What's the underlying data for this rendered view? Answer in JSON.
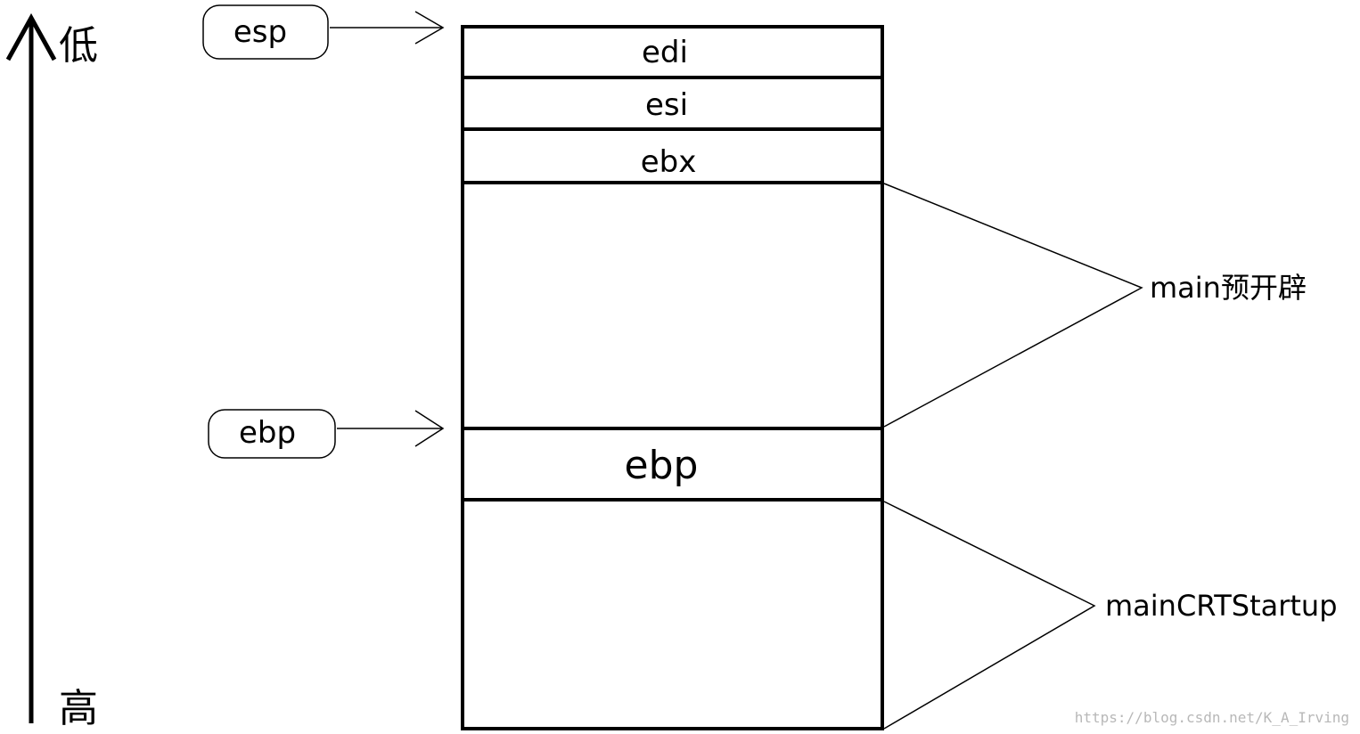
{
  "axis": {
    "low_label": "低",
    "high_label": "高"
  },
  "pointers": {
    "esp": "esp",
    "ebp": "ebp"
  },
  "stack": {
    "cells": [
      "edi",
      "esi",
      "ebx",
      "",
      "ebp",
      ""
    ]
  },
  "regions": {
    "main_reserved": "main预开辟",
    "caller": "mainCRTStartup"
  },
  "watermark": "https://blog.csdn.net/K_A_Irving"
}
